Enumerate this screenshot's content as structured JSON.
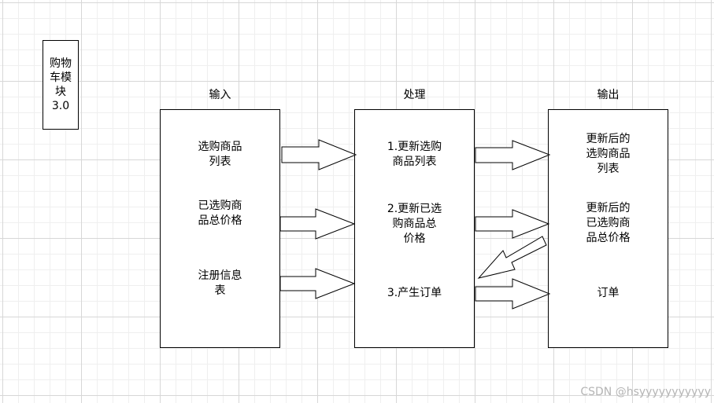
{
  "title_box": {
    "text": "购物\n车模\n块\n3.0"
  },
  "columns": {
    "input": {
      "header": "输入",
      "items": [
        "选购商品\n列表",
        "已选购商\n品总价格",
        "注册信息\n表"
      ]
    },
    "process": {
      "header": "处理",
      "items": [
        "1.更新选购\n商品列表",
        "2.更新已选\n购商品总\n价格",
        "3.产生订单"
      ]
    },
    "output": {
      "header": "输出",
      "items": [
        "更新后的\n选购商品\n列表",
        "更新后的\n已选购商\n品总价格",
        "订单"
      ]
    }
  },
  "watermark": "CSDN @hsyyyyyyyyyyy"
}
